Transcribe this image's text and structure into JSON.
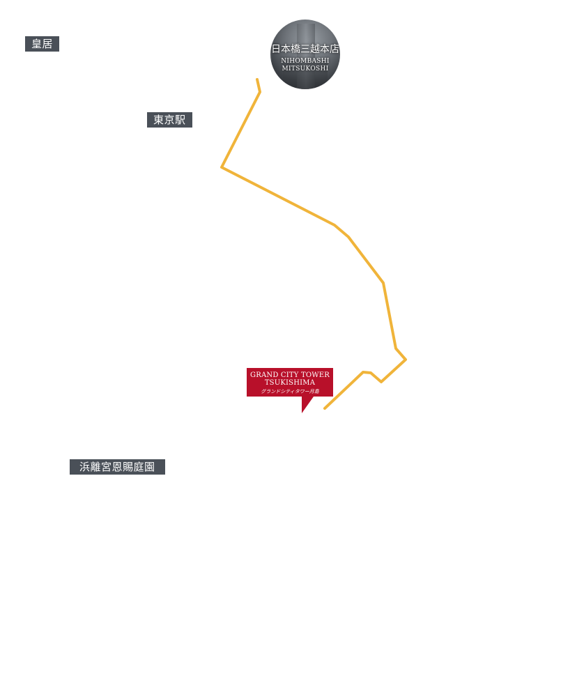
{
  "landmarks": {
    "imperial_palace": "皇居",
    "tokyo_station": "東京駅",
    "hamarikyu_garden": "浜離宮恩賜庭園"
  },
  "destination": {
    "name_jp": "日本橋三越本店",
    "name_en_line1": "NIHOMBASHI",
    "name_en_line2": "MITSUKOSHI"
  },
  "property": {
    "name_en_line1": "GRAND CITY TOWER",
    "name_en_line2": "TSUKISHIMA",
    "name_jp": "グランドシティタワー月島"
  },
  "route": {
    "color": "#f0b43a",
    "label_bg": "#4a5058",
    "marker_color": "#b8102a"
  }
}
